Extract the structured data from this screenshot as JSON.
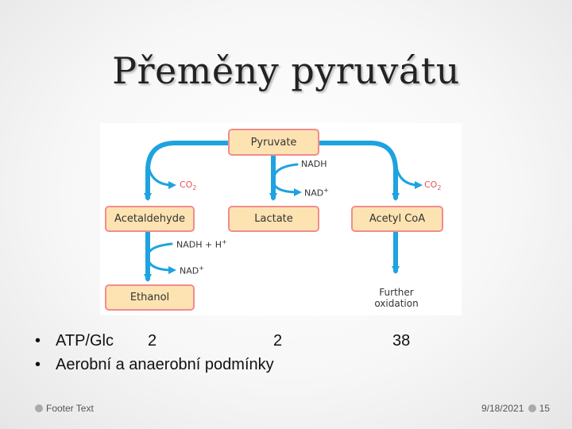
{
  "slide": {
    "title": "Přeměny pyruvátu",
    "bullets": [
      {
        "label": "ATP/Glc",
        "v1": "2",
        "v2": "2",
        "v3": "38"
      },
      {
        "label": "Aerobní a anaerobní podmínky"
      }
    ],
    "footer_text": "Footer Text",
    "date": "9/18/2021",
    "page_number": "15"
  },
  "diagram": {
    "boxes": {
      "pyruvate": "Pyruvate",
      "acetaldehyde": "Acetaldehyde",
      "lactate": "Lactate",
      "acetyl_coa": "Acetyl CoA",
      "ethanol": "Ethanol"
    },
    "labels": {
      "co2_left": "CO",
      "co2_right": "CO",
      "co2_sub": "2",
      "nadh_mid": "NADH",
      "nad_mid": "NAD",
      "nad_sup": "+",
      "nadh_h": "NADH + H",
      "nad_low": "NAD",
      "further_1": "Further",
      "further_2": "oxidation"
    },
    "colors": {
      "arrow_blue": "#1ea3e0",
      "box_fill": "#fde3b2",
      "box_border": "#f28c8c",
      "co2_red": "#e05555"
    }
  }
}
